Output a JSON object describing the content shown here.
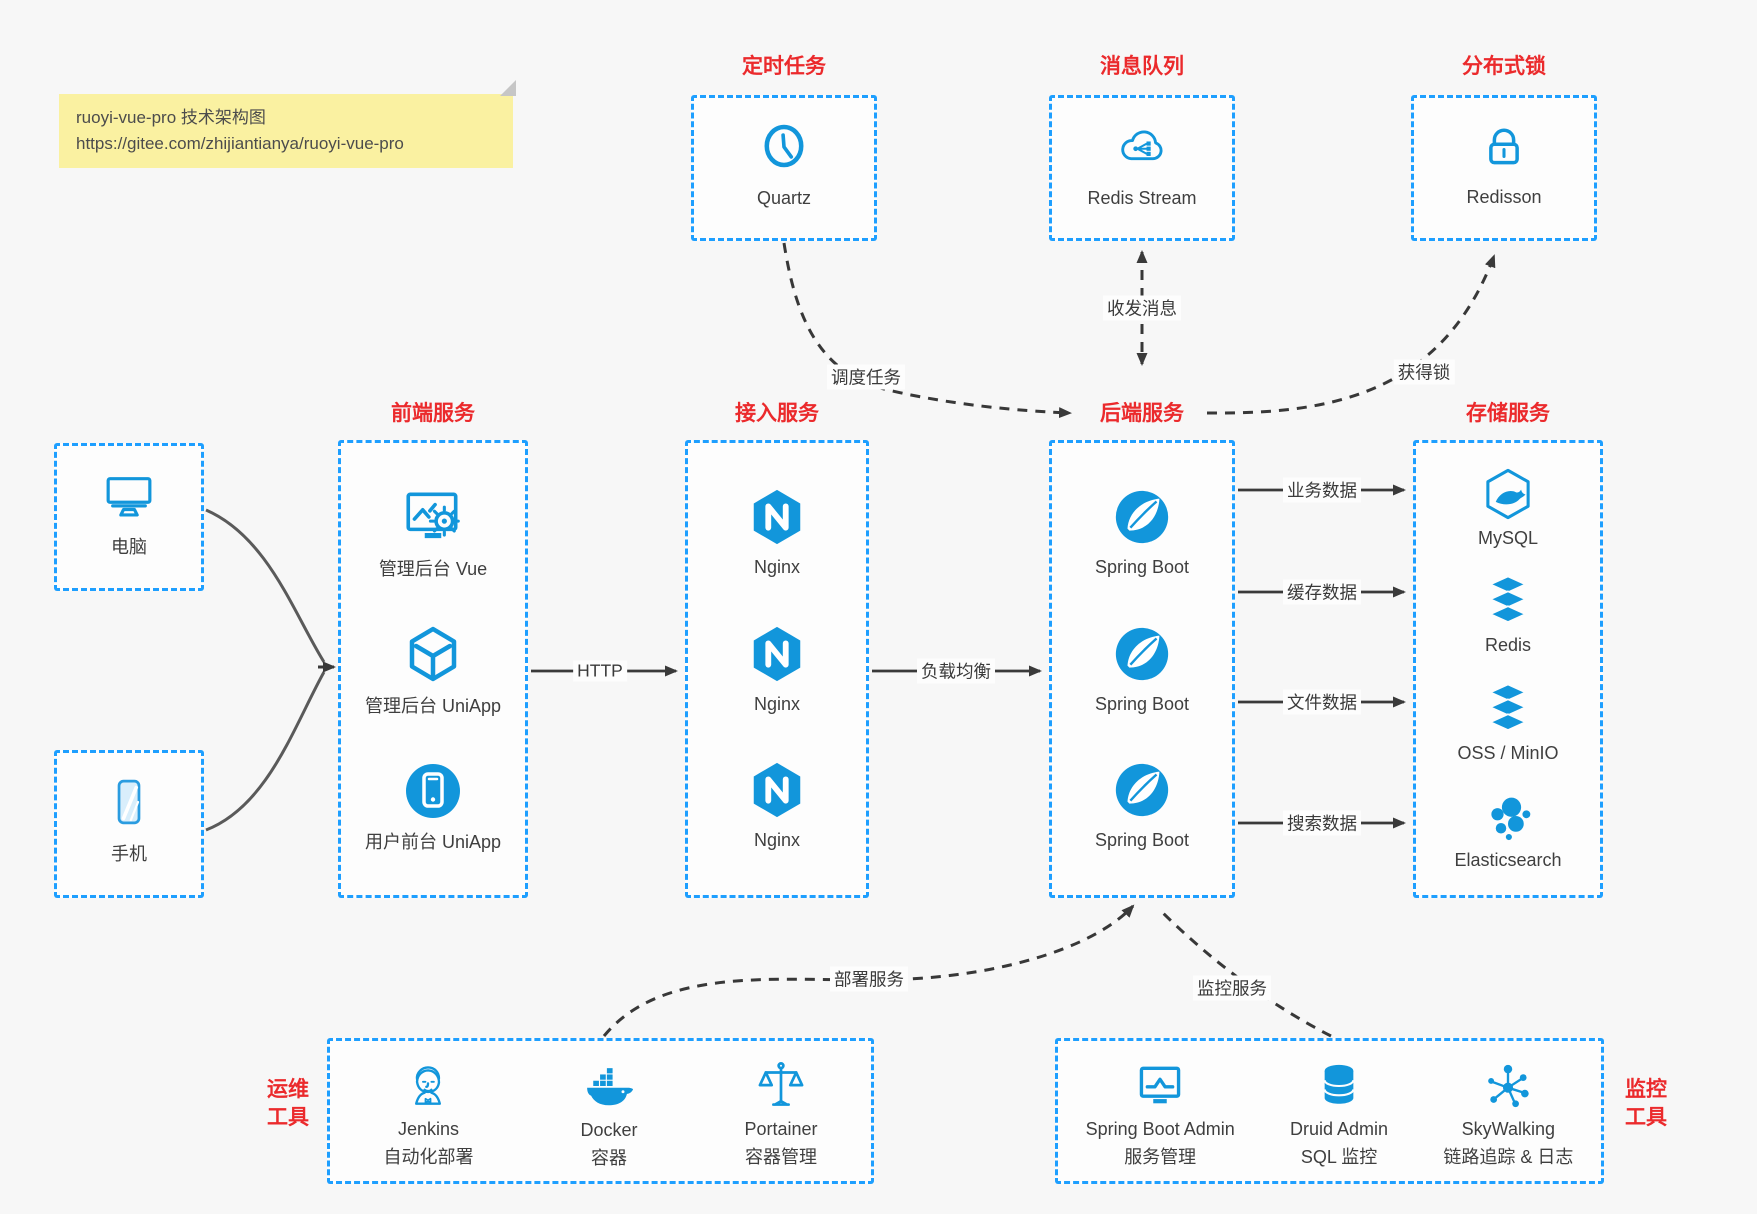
{
  "note": {
    "line1": "ruoyi-vue-pro 技术架构图",
    "line2": "https://gitee.com/zhijiantianya/ruoyi-vue-pro"
  },
  "top_groups": [
    {
      "title": "定时任务",
      "item": {
        "icon": "clock-icon",
        "label": "Quartz"
      }
    },
    {
      "title": "消息队列",
      "item": {
        "icon": "cloud-share-icon",
        "label": "Redis Stream"
      }
    },
    {
      "title": "分布式锁",
      "item": {
        "icon": "lock-icon",
        "label": "Redisson"
      }
    }
  ],
  "clients": [
    {
      "icon": "desktop-icon",
      "label": "电脑"
    },
    {
      "icon": "phone-icon",
      "label": "手机"
    }
  ],
  "service_columns": [
    {
      "title": "前端服务",
      "items": [
        {
          "icon": "admin-vue-icon",
          "label": "管理后台 Vue"
        },
        {
          "icon": "uniapp-cube-icon",
          "label": "管理后台 UniApp"
        },
        {
          "icon": "user-mobile-icon",
          "label": "用户前台 UniApp"
        }
      ]
    },
    {
      "title": "接入服务",
      "items": [
        {
          "icon": "nginx-icon",
          "label": "Nginx"
        },
        {
          "icon": "nginx-icon",
          "label": "Nginx"
        },
        {
          "icon": "nginx-icon",
          "label": "Nginx"
        }
      ]
    },
    {
      "title": "后端服务",
      "items": [
        {
          "icon": "spring-boot-icon",
          "label": "Spring Boot"
        },
        {
          "icon": "spring-boot-icon",
          "label": "Spring Boot"
        },
        {
          "icon": "spring-boot-icon",
          "label": "Spring Boot"
        }
      ]
    },
    {
      "title": "存储服务",
      "items": [
        {
          "icon": "mysql-icon",
          "label": "MySQL"
        },
        {
          "icon": "redis-stack-icon",
          "label": "Redis"
        },
        {
          "icon": "oss-stack-icon",
          "label": "OSS / MinIO"
        },
        {
          "icon": "elasticsearch-icon",
          "label": "Elasticsearch"
        }
      ]
    }
  ],
  "tool_groups": [
    {
      "side_label_line1": "运维",
      "side_label_line2": "工具",
      "items": [
        {
          "icon": "jenkins-icon",
          "label": "Jenkins",
          "sublabel": "自动化部署"
        },
        {
          "icon": "docker-icon",
          "label": "Docker",
          "sublabel": "容器"
        },
        {
          "icon": "portainer-icon",
          "label": "Portainer",
          "sublabel": "容器管理"
        }
      ]
    },
    {
      "side_label_line1": "监控",
      "side_label_line2": "工具",
      "items": [
        {
          "icon": "spring-boot-admin-icon",
          "label": "Spring Boot Admin",
          "sublabel": "服务管理"
        },
        {
          "icon": "druid-icon",
          "label": "Druid Admin",
          "sublabel": "SQL 监控"
        },
        {
          "icon": "skywalking-icon",
          "label": "SkyWalking",
          "sublabel": "链路追踪 & 日志"
        }
      ]
    }
  ],
  "edges": {
    "http": "HTTP",
    "load_balance": "负载均衡",
    "business_data": "业务数据",
    "cache_data": "缓存数据",
    "file_data": "文件数据",
    "search_data": "搜索数据",
    "schedule_task": "调度任务",
    "send_receive_message": "收发消息",
    "acquire_lock": "获得锁",
    "deploy_service": "部署服务",
    "monitor_service": "监控服务"
  },
  "colors": {
    "icon_blue": "#1296db",
    "border_blue": "#1e9fff",
    "title_red": "#eb2a2c",
    "arrow_dark": "#3a3a3a",
    "note_bg": "#faf1a1",
    "background": "#f7f7f7"
  }
}
